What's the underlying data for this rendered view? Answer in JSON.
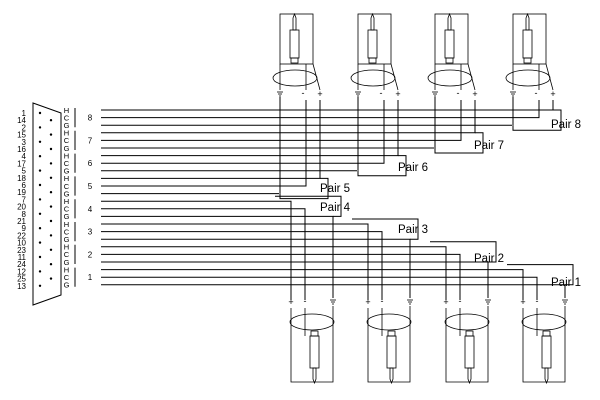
{
  "connector": {
    "pins": [
      "1",
      "14",
      "2",
      "15",
      "3",
      "16",
      "4",
      "17",
      "5",
      "18",
      "6",
      "19",
      "7",
      "20",
      "8",
      "21",
      "9",
      "22",
      "10",
      "23",
      "11",
      "24",
      "12",
      "25",
      "13"
    ],
    "hcg_labels": [
      "H",
      "C",
      "G",
      "H",
      "C",
      "G",
      "H",
      "C",
      "G",
      "H",
      "C",
      "G",
      "H",
      "C",
      "G",
      "H",
      "C",
      "G",
      "H",
      "C",
      "G",
      "H",
      "C",
      "G"
    ]
  },
  "channels": [
    "8",
    "7",
    "6",
    "5",
    "4",
    "3",
    "2",
    "1"
  ],
  "pairs": [
    "Pair 8",
    "Pair 7",
    "Pair 6",
    "Pair 5",
    "Pair 4",
    "Pair 3",
    "Pair 2",
    "Pair 1"
  ],
  "jack_polarity": {
    "minus": "-",
    "plus": "+"
  }
}
